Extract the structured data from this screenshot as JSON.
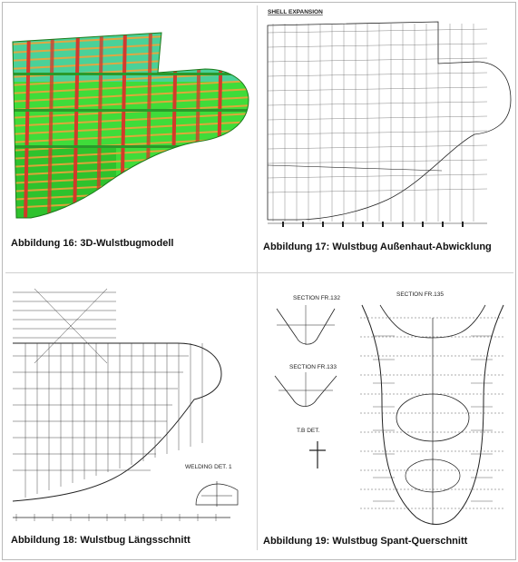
{
  "figures": [
    {
      "id": "fig16",
      "caption": "Abbildung 16: 3D-Wulstbugmodell"
    },
    {
      "id": "fig17",
      "caption": "Abbildung 17: Wulstbug Außenhaut-Abwicklung",
      "drawing_title": "SHELL EXPANSION"
    },
    {
      "id": "fig18",
      "caption": "Abbildung 18: Wulstbug Längsschnitt",
      "labels": {
        "welding": "WELDING DET. 1"
      }
    },
    {
      "id": "fig19",
      "caption": "Abbildung 19: Wulstbug Spant-Querschnitt",
      "labels": {
        "section_132": "SECTION FR.132",
        "section_133": "SECTION FR.133",
        "section_135": "SECTION FR.135",
        "tb_det": "T.B DET."
      }
    }
  ],
  "colors": {
    "model_green": "#3fdc3a",
    "model_cyan": "#54c8e8",
    "model_red": "#d8332a",
    "model_orange": "#f0a23a",
    "line": "#222222"
  }
}
